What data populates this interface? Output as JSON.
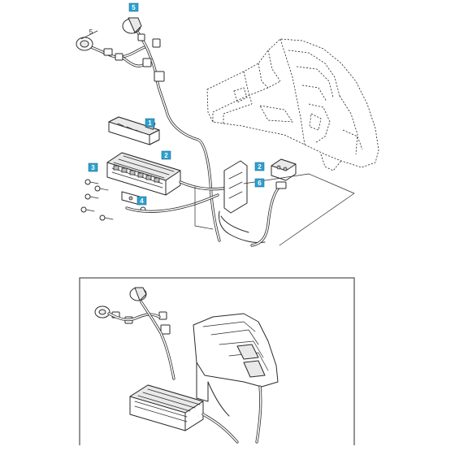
{
  "callouts": {
    "c1": "1",
    "c2a": "2",
    "c2b": "2",
    "c3": "3",
    "c4": "4",
    "c5": "5",
    "c5plain": "5",
    "c6": "6"
  },
  "colors": {
    "callout_fill": "#2f9fce",
    "line": "#2a2a2a",
    "background": "#ffffff"
  }
}
